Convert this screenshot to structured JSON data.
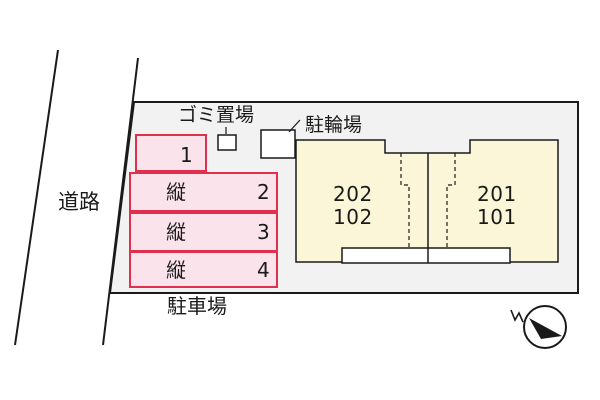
{
  "labels": {
    "road": "道路",
    "parking": "駐車場",
    "trash": "ゴミ置場",
    "bicycle": "駐輪場"
  },
  "parking_spaces": [
    {
      "number": "1"
    },
    {
      "type": "縦",
      "number": "2"
    },
    {
      "type": "縦",
      "number": "3"
    },
    {
      "type": "縦",
      "number": "4"
    }
  ],
  "building": {
    "left_units": [
      "202",
      "102"
    ],
    "right_units": [
      "201",
      "101"
    ]
  },
  "compass": {
    "north_label": "N"
  },
  "colors": {
    "parking_fill": "#fbe3ec",
    "parking_stroke": "#e0304e",
    "lot_fill": "#f2f2f2",
    "building_fill": "#fbf6d8",
    "line": "#1a1a1a"
  }
}
